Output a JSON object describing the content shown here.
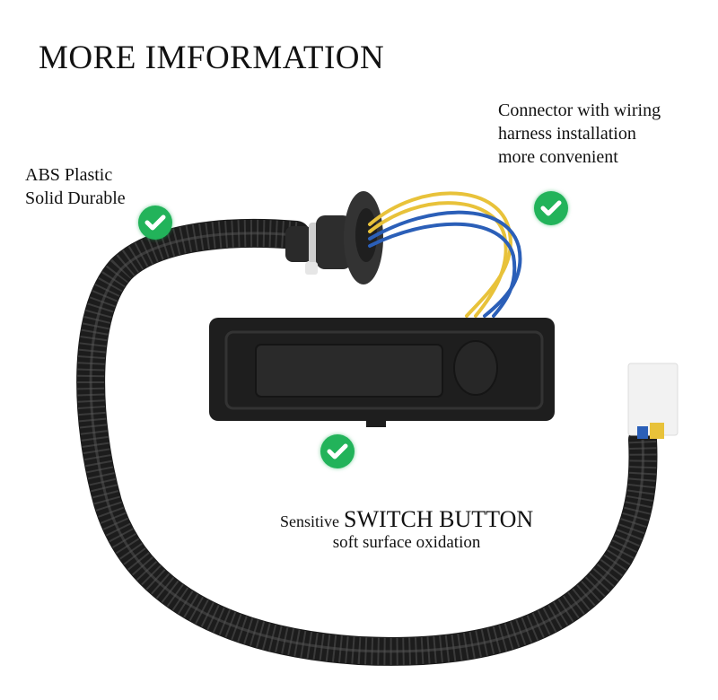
{
  "title": "MORE IMFORMATION",
  "callouts": {
    "connector": {
      "lines": [
        "Connector with wiring",
        "harness installation",
        "more convenient"
      ]
    },
    "abs": {
      "lines": [
        "ABS Plastic",
        "Solid Durable"
      ]
    },
    "switch": {
      "prefix": "Sensitive",
      "emphasis": "SWITCH BUTTON",
      "subtitle": "soft surface oxidation"
    }
  },
  "icons": {
    "check": "check-circle-icon"
  },
  "colors": {
    "check_green": "#22b35a",
    "cable_black": "#1c1c1c",
    "wire_yellow": "#e8c23a",
    "wire_blue": "#2b5fb8",
    "connector_white": "#f2f2f2"
  }
}
